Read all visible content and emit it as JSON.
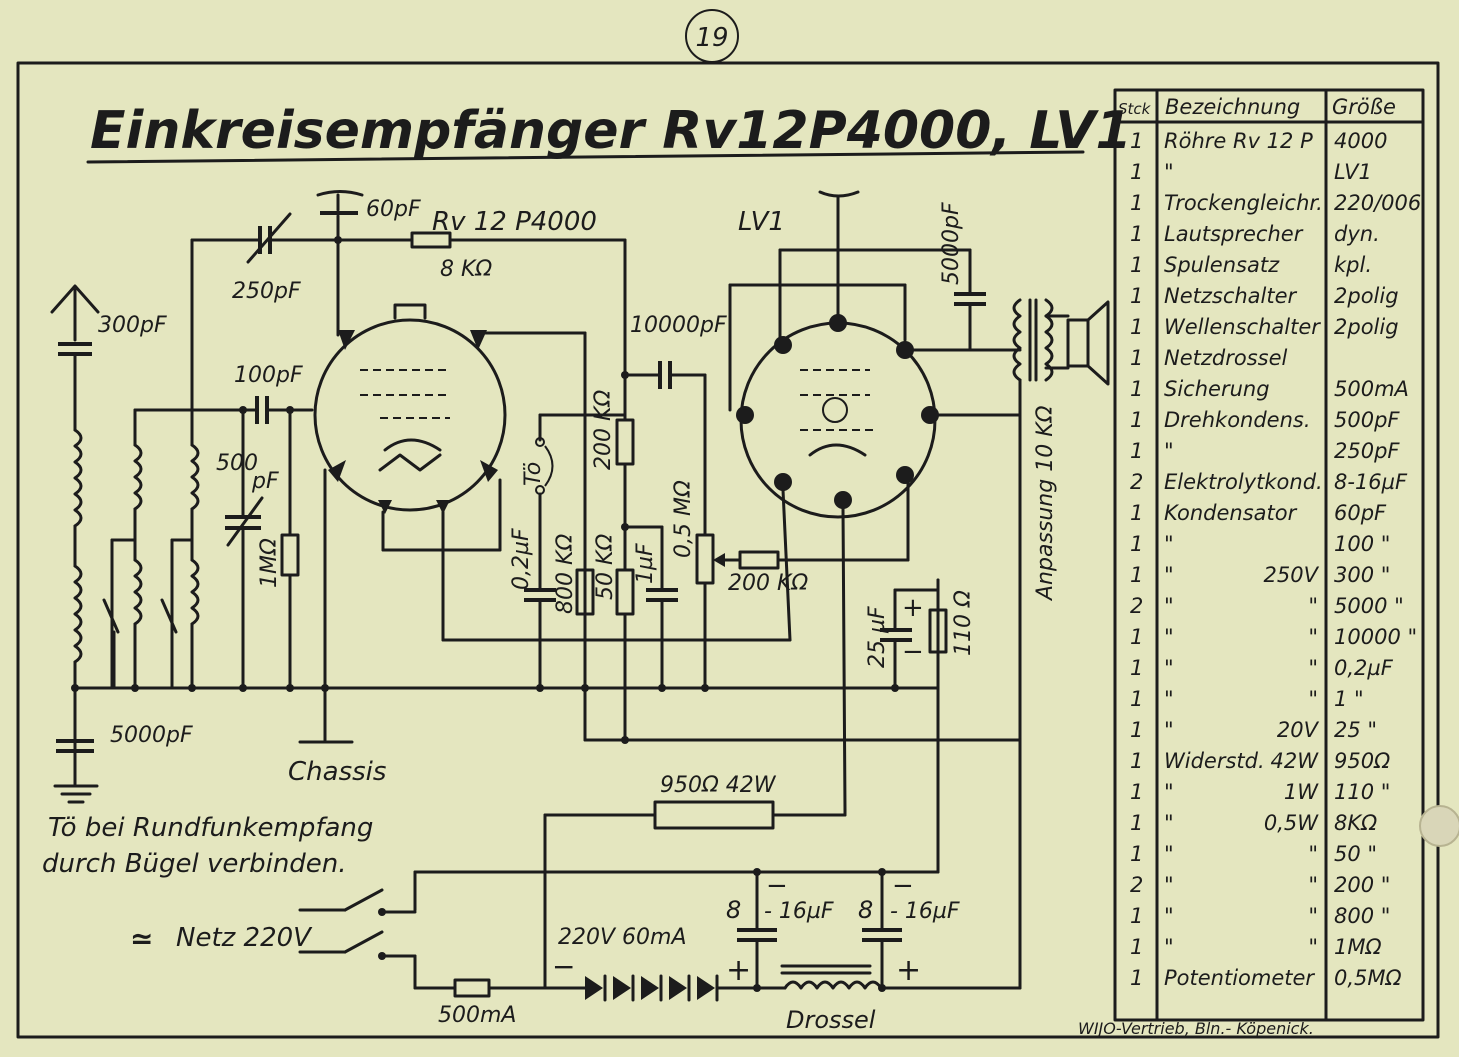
{
  "page_number": "19",
  "title": "Einkreisempfänger Rv12P4000, LV1",
  "tubes": {
    "tube1": "Rv 12 P4000",
    "tube2": "LV1"
  },
  "labels": {
    "c60": "60pF",
    "c250": "250pF",
    "r8k": "8 KΩ",
    "c300": "300pF",
    "c100": "100pF",
    "c500_a": "500",
    "c500_b": "pF",
    "r1m": "1MΩ",
    "c10000": "10000pF",
    "r200k_v": "200 KΩ",
    "to": "Tö",
    "c02": "0,2µF",
    "r800k": "800 KΩ",
    "r50k": "50 KΩ",
    "c1u": "1µF",
    "p05m": "0,5 MΩ",
    "r200k_h": "200 KΩ",
    "c5000_top": "5000pF",
    "anpassung": "Anpassung 10 KΩ",
    "c25u": "25 µF",
    "plus": "+",
    "minus": "−",
    "r110": "110 Ω",
    "c5000_ant": "5000pF",
    "chassis": "Chassis",
    "r950": "950Ω 42W",
    "note_line1": "Tö bei Rundfunkempfang",
    "note_line2": "durch Bügel verbinden.",
    "mains": "Netz 220V",
    "mains_symbol": "≃",
    "rect": "220V 60mA",
    "elko1_a": "8",
    "elko1_b": "- 16µF",
    "elko2_a": "8",
    "elko2_b": "- 16µF",
    "fuse": "500mA",
    "drossel": "Drossel",
    "footer": "WIJO-Vertrieb, Bln.- Köpenick."
  },
  "parts_table": {
    "headers": [
      "Stck",
      "Bezeichnung",
      "Größe"
    ],
    "rows": [
      {
        "qty": "1",
        "name": "Röhre Rv 12 P",
        "mid": "",
        "size": "4000"
      },
      {
        "qty": "1",
        "name": "\"",
        "mid": "",
        "size": "LV1"
      },
      {
        "qty": "1",
        "name": "Trockengleichr.",
        "mid": "",
        "size": "220/006"
      },
      {
        "qty": "1",
        "name": "Lautsprecher",
        "mid": "",
        "size": "dyn."
      },
      {
        "qty": "1",
        "name": "Spulensatz",
        "mid": "",
        "size": "kpl."
      },
      {
        "qty": "1",
        "name": "Netzschalter",
        "mid": "",
        "size": "2polig"
      },
      {
        "qty": "1",
        "name": "Wellenschalter",
        "mid": "",
        "size": "2polig"
      },
      {
        "qty": "1",
        "name": "Netzdrossel",
        "mid": "",
        "size": ""
      },
      {
        "qty": "1",
        "name": "Sicherung",
        "mid": "",
        "size": "500mA"
      },
      {
        "qty": "1",
        "name": "Drehkondens.",
        "mid": "",
        "size": "500pF"
      },
      {
        "qty": "1",
        "name": "\"",
        "mid": "",
        "size": "250pF"
      },
      {
        "qty": "2",
        "name": "Elektrolytkond.",
        "mid": "",
        "size": "8-16µF"
      },
      {
        "qty": "1",
        "name": "Kondensator",
        "mid": "",
        "size": "60pF"
      },
      {
        "qty": "1",
        "name": "\"",
        "mid": "",
        "size": "100 \""
      },
      {
        "qty": "1",
        "name": "\"",
        "mid": "250V",
        "size": "300 \""
      },
      {
        "qty": "2",
        "name": "\"",
        "mid": "\"",
        "size": "5000 \""
      },
      {
        "qty": "1",
        "name": "\"",
        "mid": "\"",
        "size": "10000 \""
      },
      {
        "qty": "1",
        "name": "\"",
        "mid": "\"",
        "size": "0,2µF"
      },
      {
        "qty": "1",
        "name": "\"",
        "mid": "\"",
        "size": "1 \""
      },
      {
        "qty": "1",
        "name": "\"",
        "mid": "20V",
        "size": "25 \""
      },
      {
        "qty": "1",
        "name": "Widerstd.",
        "mid": "42W",
        "size": "950Ω"
      },
      {
        "qty": "1",
        "name": "\"",
        "mid": "1W",
        "size": "110 \""
      },
      {
        "qty": "1",
        "name": "\"",
        "mid": "0,5W",
        "size": "8KΩ"
      },
      {
        "qty": "1",
        "name": "\"",
        "mid": "\"",
        "size": "50 \""
      },
      {
        "qty": "2",
        "name": "\"",
        "mid": "\"",
        "size": "200 \""
      },
      {
        "qty": "1",
        "name": "\"",
        "mid": "\"",
        "size": "800 \""
      },
      {
        "qty": "1",
        "name": "\"",
        "mid": "\"",
        "size": "1MΩ"
      },
      {
        "qty": "1",
        "name": "Potentiometer",
        "mid": "",
        "size": "0,5MΩ"
      }
    ]
  }
}
